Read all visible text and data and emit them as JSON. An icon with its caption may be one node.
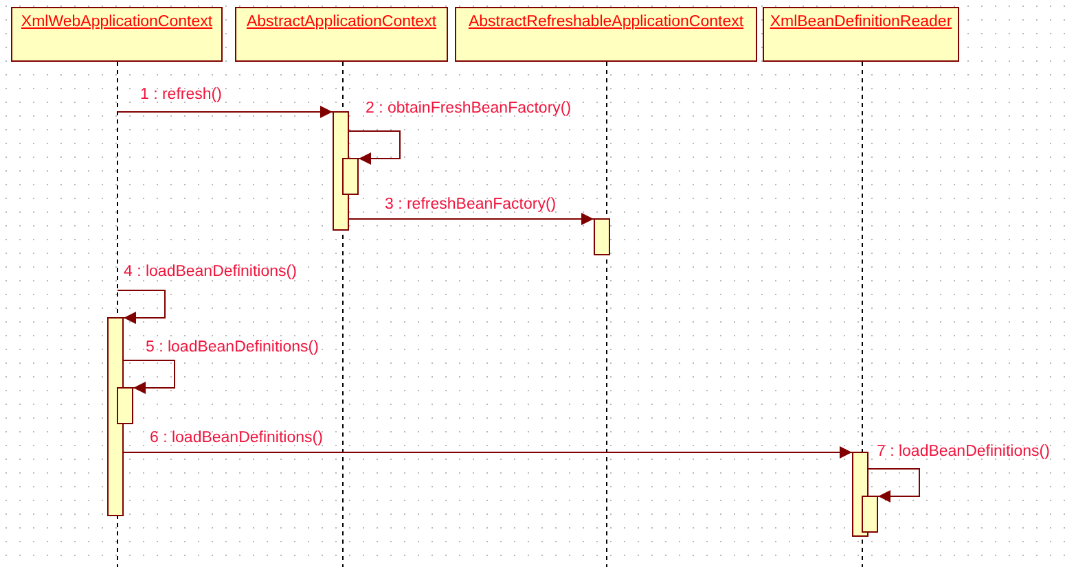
{
  "diagram": {
    "nodes": [
      {
        "text": [
          "XmlWebApplicationContext"
        ]
      },
      {
        "text": [
          "AbstractApplicationContext"
        ]
      },
      {
        "text": [
          "AbstractRefreshableApplicationContext"
        ]
      },
      {
        "text": [
          "XmlBeanDefinitionReader"
        ]
      },
      {
        "text": [],
        "shape": "bar"
      },
      {
        "text": [],
        "shape": "bar"
      },
      {
        "text": [],
        "shape": "bar"
      },
      {
        "text": [],
        "shape": "bar"
      },
      {
        "text": [],
        "shape": "bar"
      },
      {
        "text": [],
        "shape": "bar"
      },
      {
        "text": [],
        "shape": "bar"
      }
    ],
    "edges": [
      {
        "from": 0,
        "to": 4,
        "arrow": "to",
        "label": "1 : refresh()"
      },
      {
        "from": 4,
        "to": 5,
        "arrow": "to",
        "label": "2 : obtainFreshBeanFactory()"
      },
      {
        "from": 4,
        "to": 6,
        "arrow": "to",
        "label": "3 : refreshBeanFactory()"
      },
      {
        "from": null,
        "to": 7,
        "arrow": "to",
        "label": "4 : loadBeanDefinitions()"
      },
      {
        "from": 7,
        "to": 8,
        "arrow": "to",
        "label": "5 : loadBeanDefinitions()"
      },
      {
        "from": 7,
        "to": 9,
        "arrow": "to",
        "label": "6 : loadBeanDefinitions()"
      },
      {
        "from": 9,
        "to": 10,
        "arrow": "to",
        "label": "7 : loadBeanDefinitions()"
      }
    ]
  }
}
